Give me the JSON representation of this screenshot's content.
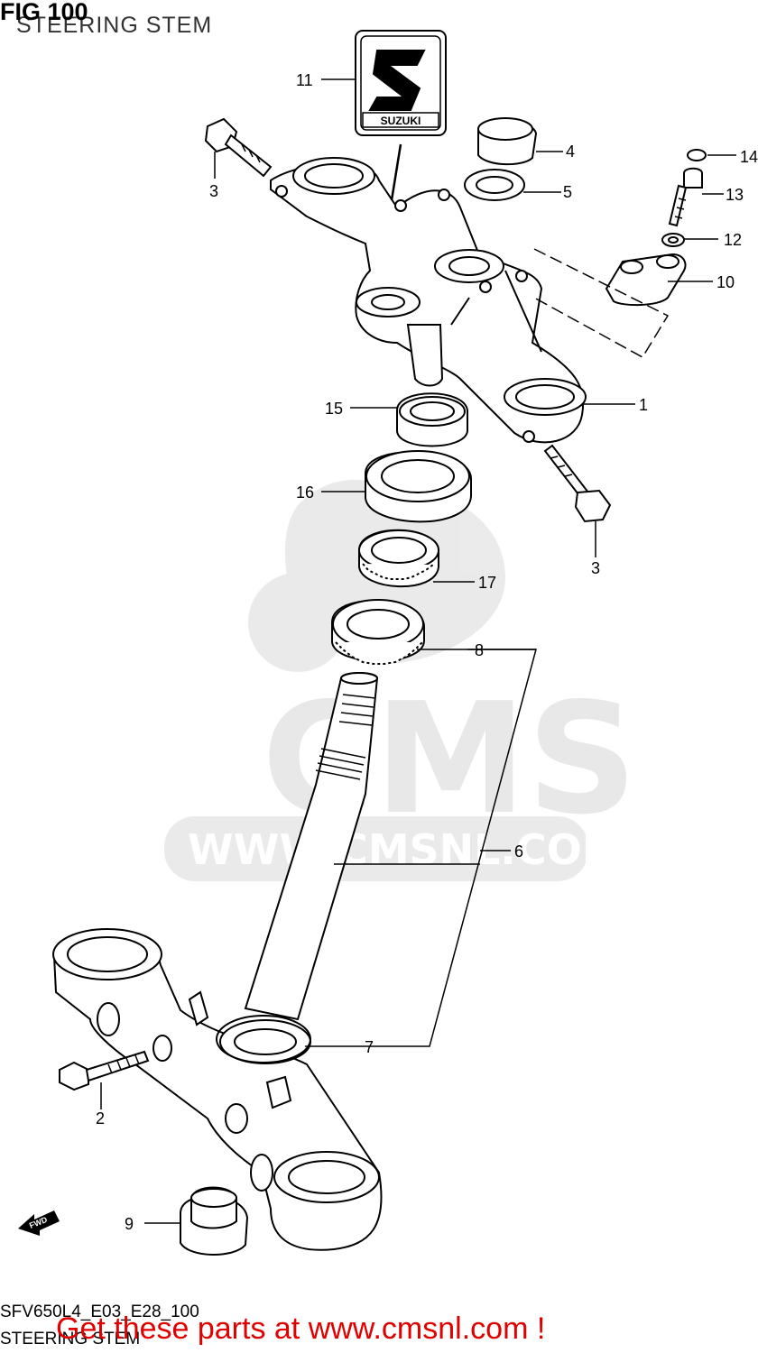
{
  "header": {
    "figure_number": "FIG 100",
    "section_title": "STEERING STEM"
  },
  "callouts": [
    {
      "number": "1"
    },
    {
      "number": "2"
    },
    {
      "number": "3"
    },
    {
      "number": "3"
    },
    {
      "number": "4"
    },
    {
      "number": "5"
    },
    {
      "number": "6"
    },
    {
      "number": "7"
    },
    {
      "number": "8"
    },
    {
      "number": "9"
    },
    {
      "number": "10"
    },
    {
      "number": "11"
    },
    {
      "number": "12"
    },
    {
      "number": "13"
    },
    {
      "number": "14"
    },
    {
      "number": "15"
    },
    {
      "number": "16"
    },
    {
      "number": "17"
    }
  ],
  "logo": {
    "brand_text": "SUZUKI"
  },
  "watermark": {
    "text": "WWW.CMSNL.COM",
    "logo_text": "CMS"
  },
  "direction_marker": {
    "text": "FWD"
  },
  "footer": {
    "diagram_code": "SFV650L4_E03_E28_100",
    "diagram_name": "STEERING STEM"
  },
  "promo_link": {
    "text": "Get these parts at www.cmsnl.com !",
    "color": "#e00000"
  }
}
